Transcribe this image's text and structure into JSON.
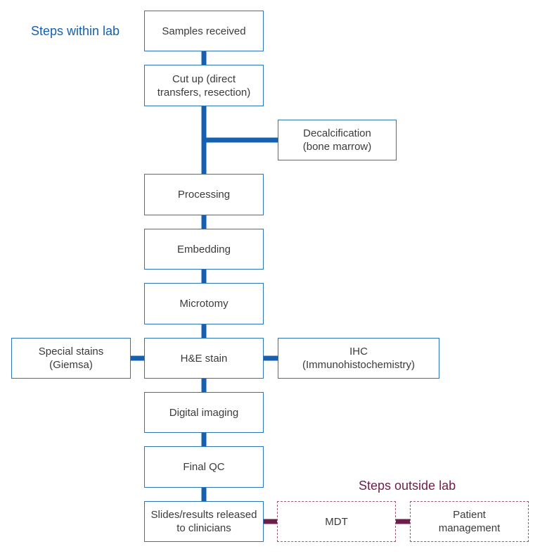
{
  "colors": {
    "inside_accent": "#1560b0",
    "outside_accent": "#6d1f4b",
    "box_text": "#3b3b3b",
    "box_border": "#2f73b8",
    "outside_box_border": "#9e5878"
  },
  "headings": {
    "inside": "Steps within lab",
    "outside": "Steps outside lab"
  },
  "nodes": {
    "samples_received": "Samples received",
    "cut_up": "Cut up (direct\ntransfers, resection)",
    "decalcification": "Decalcification\n(bone marrow)",
    "processing": "Processing",
    "embedding": "Embedding",
    "microtomy": "Microtomy",
    "special_stains": "Special stains\n(Giemsa)",
    "he_stain": "H&E stain",
    "ihc": "IHC\n(Immunohistochemistry)",
    "digital_imaging": "Digital imaging",
    "final_qc": "Final QC",
    "slides_released": "Slides/results released\nto clinicians",
    "mdt": "MDT",
    "patient_management": "Patient\nmanagement"
  }
}
